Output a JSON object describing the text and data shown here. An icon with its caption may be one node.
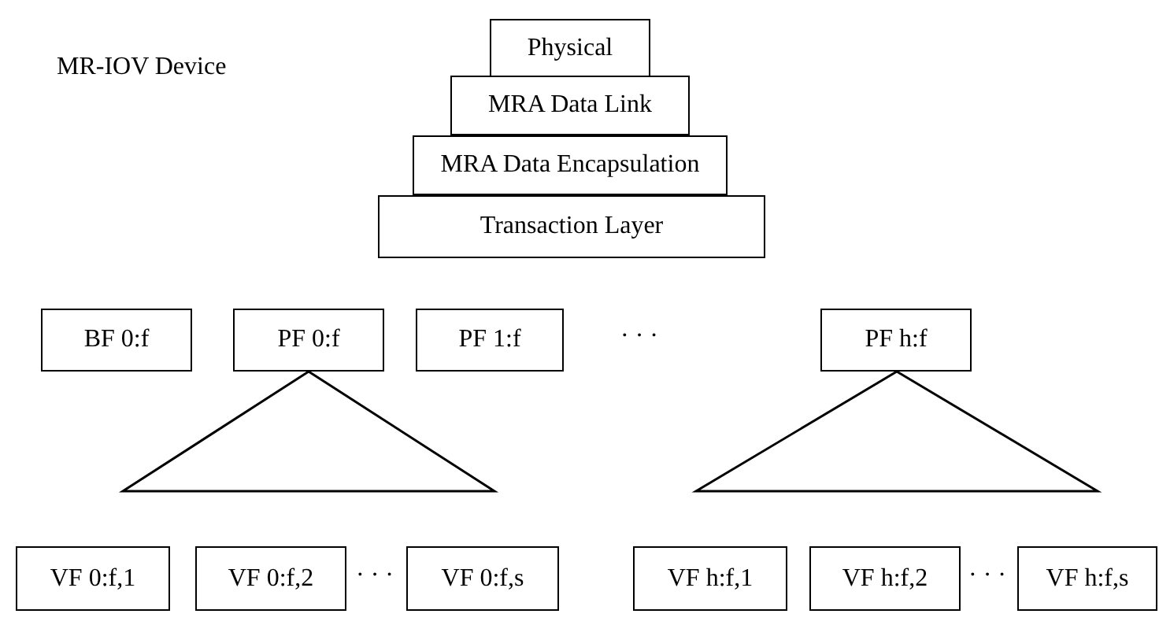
{
  "diagram": {
    "nodes": [
      {
        "text": [
          "Physical"
        ]
      },
      {
        "text": [
          "MRA Data Link"
        ]
      },
      {
        "text": [
          "MRA Data Encapsulation"
        ]
      },
      {
        "text": [
          "Transaction Layer"
        ]
      },
      {
        "text": [
          "BF 0:f"
        ]
      },
      {
        "text": [
          "PF 0:f"
        ]
      },
      {
        "text": [
          "PF 1:f"
        ]
      },
      {
        "text": [
          "PF h:f"
        ]
      },
      {
        "text": [],
        "shape": "triangle"
      },
      {
        "text": [],
        "shape": "triangle"
      },
      {
        "text": [
          "VF 0:f,1"
        ]
      },
      {
        "text": [
          "VF 0:f,2"
        ]
      },
      {
        "text": [
          "VF 0:f,s"
        ]
      },
      {
        "text": [
          "VF h:f,1"
        ]
      },
      {
        "text": [
          "VF h:f,2"
        ]
      },
      {
        "text": [
          "VF h:f,s"
        ]
      }
    ],
    "labels": [
      "MR-IOV Device",
      "· · ·",
      "· · ·",
      "· · ·"
    ]
  }
}
